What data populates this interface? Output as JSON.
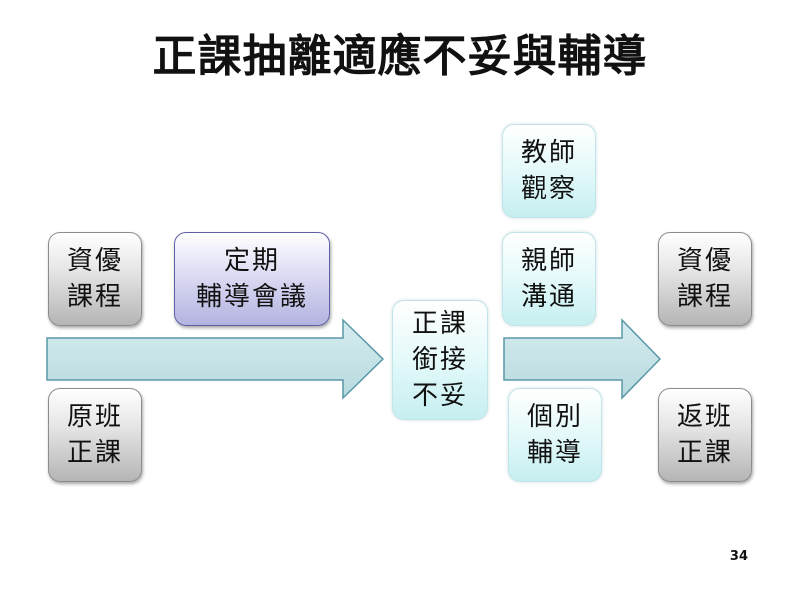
{
  "slide": {
    "title": "正課抽離適應不妥與輔導",
    "page_number": "34"
  },
  "diagram": {
    "left_top": {
      "line1": "資優",
      "line2": "課程"
    },
    "left_bottom": {
      "line1": "原班",
      "line2": "正課"
    },
    "meeting": {
      "line1": "定期",
      "line2": "輔導會議"
    },
    "center": {
      "line1": "正課",
      "line2": "銜接",
      "line3": "不妥"
    },
    "teacher_observe": {
      "line1": "教師",
      "line2": "觀察"
    },
    "parent_teacher": {
      "line1": "親師",
      "line2": "溝通"
    },
    "individual": {
      "line1": "個別",
      "line2": "輔導"
    },
    "right_top": {
      "line1": "資優",
      "line2": "課程"
    },
    "right_bottom": {
      "line1": "返班",
      "line2": "正課"
    }
  },
  "colors": {
    "arrow_fill": "#c8e4e8",
    "arrow_stroke": "#5a98a8",
    "gray_box": "#c8c8c8",
    "purple_box": "#c2c2e8",
    "cyan_box": "#d8f4f6"
  }
}
